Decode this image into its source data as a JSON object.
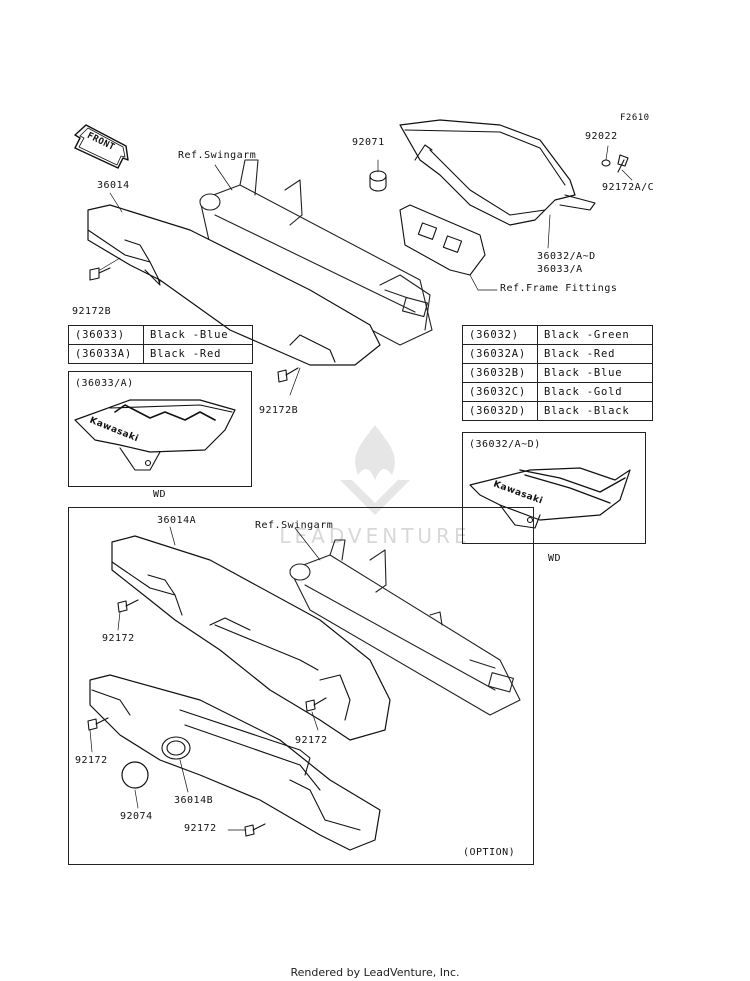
{
  "figure_code": "F2610",
  "front_arrow_label": "FRONT",
  "labels": {
    "ref_swingarm_top": "Ref.Swingarm",
    "p36014": "36014",
    "p92071": "92071",
    "p92022": "92022",
    "p92172ac": "92172A/C",
    "p36032": "36032/A~D",
    "p36033": "36033/A",
    "ref_frame": "Ref.Frame Fittings",
    "p92172b_left": "92172B",
    "p92172b_mid": "92172B",
    "p36014a": "36014A",
    "ref_swingarm_bottom": "Ref.Swingarm",
    "p92172_a": "92172",
    "p92172_b": "92172",
    "p92172_c": "92172",
    "p92172_d": "92172",
    "p36014b": "36014B",
    "p92074": "92074"
  },
  "table_left": [
    {
      "code": "(36033)",
      "color": "Black -Blue"
    },
    {
      "code": "(36033A)",
      "color": "Black -Red"
    }
  ],
  "table_right": [
    {
      "code": "(36032)",
      "color": "Black -Green"
    },
    {
      "code": "(36032A)",
      "color": "Black -Red"
    },
    {
      "code": "(36032B)",
      "color": "Black -Blue"
    },
    {
      "code": "(36032C)",
      "color": "Black -Gold"
    },
    {
      "code": "(36032D)",
      "color": "Black -Black"
    }
  ],
  "detail_left": {
    "title": "(36033/A)",
    "decal_text": "Kawasaki",
    "caption": "WD"
  },
  "detail_right": {
    "title": "(36032/A~D)",
    "decal_text": "Kawasaki",
    "caption": "WD"
  },
  "option_label": "(OPTION)",
  "watermark": "LEADVENTURE",
  "footer": "Rendered by LeadVenture, Inc."
}
